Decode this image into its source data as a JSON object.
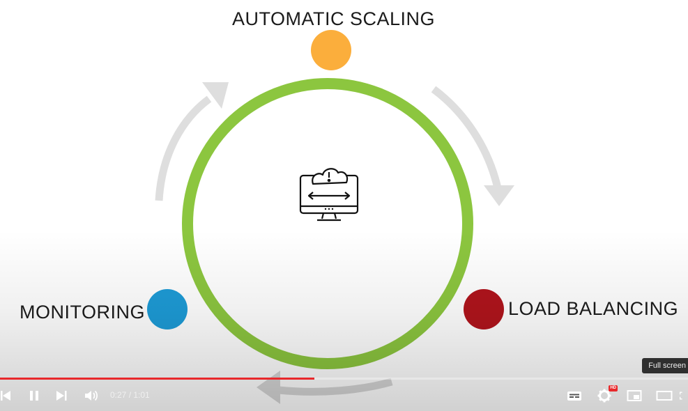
{
  "diagram": {
    "top_label": "AUTOMATIC SCALING",
    "left_label": "MONITORING",
    "right_label": "LOAD BALANCING",
    "colors": {
      "ring": "#8cc63f",
      "automatic_scaling_dot": "#fbae3c",
      "monitoring_dot": "#1d9bd6",
      "load_balancing_dot": "#b0141c",
      "arrows": "#dedede"
    },
    "center_icon": "cloud-monitor-icon"
  },
  "player": {
    "time_current": "0:27",
    "time_total": "1:01",
    "progress_fraction": 0.457,
    "tooltip": "Full screen",
    "hd_badge": "HD",
    "icons": {
      "previous": "previous-icon",
      "pause": "pause-icon",
      "next": "next-icon",
      "volume": "volume-icon",
      "subtitles": "subtitles-icon",
      "settings": "gear-icon",
      "miniplayer": "miniplayer-icon",
      "theater": "theater-icon",
      "fullscreen": "fullscreen-icon"
    }
  }
}
